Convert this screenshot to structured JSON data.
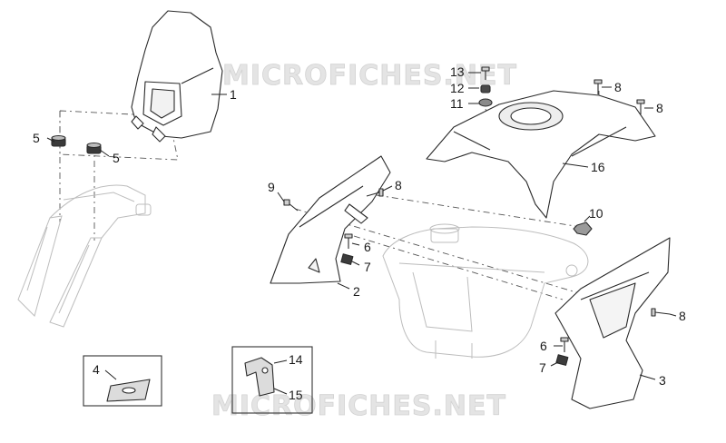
{
  "watermarks": [
    "MICROFICHES.NET",
    "MICROFICHES.NET"
  ],
  "callouts": [
    {
      "id": "c1",
      "label": "1"
    },
    {
      "id": "c2",
      "label": "2"
    },
    {
      "id": "c3",
      "label": "3"
    },
    {
      "id": "c4",
      "label": "4"
    },
    {
      "id": "c5a",
      "label": "5"
    },
    {
      "id": "c5b",
      "label": "5"
    },
    {
      "id": "c6a",
      "label": "6"
    },
    {
      "id": "c6b",
      "label": "6"
    },
    {
      "id": "c7a",
      "label": "7"
    },
    {
      "id": "c7b",
      "label": "7"
    },
    {
      "id": "c8a",
      "label": "8"
    },
    {
      "id": "c8b",
      "label": "8"
    },
    {
      "id": "c8c",
      "label": "8"
    },
    {
      "id": "c8d",
      "label": "8"
    },
    {
      "id": "c9",
      "label": "9"
    },
    {
      "id": "c10",
      "label": "10"
    },
    {
      "id": "c11",
      "label": "11"
    },
    {
      "id": "c12",
      "label": "12"
    },
    {
      "id": "c13",
      "label": "13"
    },
    {
      "id": "c14",
      "label": "14"
    },
    {
      "id": "c15",
      "label": "15"
    },
    {
      "id": "c16",
      "label": "16"
    }
  ]
}
